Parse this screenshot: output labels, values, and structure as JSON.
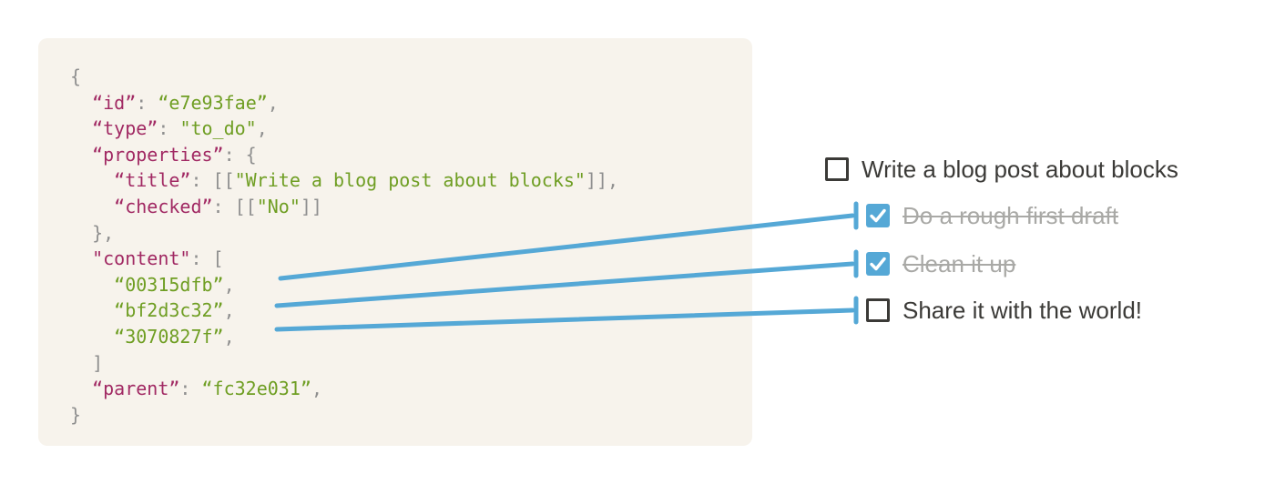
{
  "colors": {
    "page_bg": "#ffffff",
    "panel_bg": "#f7f3ec",
    "code_key": "#a12963",
    "code_string": "#6f9e23",
    "code_punctuation": "#8f8f8f",
    "accent_blue": "#55a8d6",
    "text_dark": "#3b3a37",
    "text_muted": "#a9a9a6"
  },
  "code_block": {
    "language": "json",
    "lines": [
      [
        [
          "p",
          "{"
        ]
      ],
      [
        [
          "p",
          "  "
        ],
        [
          "k",
          "“id”"
        ],
        [
          "p",
          ": "
        ],
        [
          "s",
          "“e7e93fae”"
        ],
        [
          "p",
          ","
        ]
      ],
      [
        [
          "p",
          "  "
        ],
        [
          "k",
          "“type”"
        ],
        [
          "p",
          ": "
        ],
        [
          "s",
          "\"to_do\""
        ],
        [
          "p",
          ","
        ]
      ],
      [
        [
          "p",
          "  "
        ],
        [
          "k",
          "“properties”"
        ],
        [
          "p",
          ": {"
        ]
      ],
      [
        [
          "p",
          "    "
        ],
        [
          "k",
          "“title”"
        ],
        [
          "p",
          ": [["
        ],
        [
          "s",
          "\"Write a blog post about blocks\""
        ],
        [
          "p",
          "]],"
        ]
      ],
      [
        [
          "p",
          "    "
        ],
        [
          "k",
          "“checked”"
        ],
        [
          "p",
          ": [["
        ],
        [
          "s",
          "\"No\""
        ],
        [
          "p",
          "]]"
        ]
      ],
      [
        [
          "p",
          "  },"
        ]
      ],
      [
        [
          "p",
          "  "
        ],
        [
          "k",
          "\"content\""
        ],
        [
          "p",
          ": ["
        ]
      ],
      [
        [
          "p",
          "    "
        ],
        [
          "s",
          "“00315dfb”"
        ],
        [
          "p",
          ","
        ]
      ],
      [
        [
          "p",
          "    "
        ],
        [
          "s",
          "“bf2d3c32”"
        ],
        [
          "p",
          ","
        ]
      ],
      [
        [
          "p",
          "    "
        ],
        [
          "s",
          "“3070827f”"
        ],
        [
          "p",
          ","
        ]
      ],
      [
        [
          "p",
          "  ]"
        ]
      ],
      [
        [
          "p",
          "  "
        ],
        [
          "k",
          "“parent”"
        ],
        [
          "p",
          ": "
        ],
        [
          "s",
          "“fc32e031”"
        ],
        [
          "p",
          ","
        ]
      ],
      [
        [
          "p",
          "}"
        ]
      ]
    ]
  },
  "checklist": {
    "items": [
      {
        "label": "Write a blog post about blocks",
        "checked": false,
        "struck": false,
        "indent": 0,
        "checkbox_icon": "empty-checkbox-icon"
      },
      {
        "label": "Do a rough first draft",
        "checked": true,
        "struck": true,
        "indent": 1,
        "checkbox_icon": "checked-checkbox-icon"
      },
      {
        "label": "Clean it up",
        "checked": true,
        "struck": true,
        "indent": 1,
        "checkbox_icon": "checked-checkbox-icon"
      },
      {
        "label": "Share it with the world!",
        "checked": false,
        "struck": false,
        "indent": 1,
        "checkbox_icon": "empty-checkbox-icon"
      }
    ]
  },
  "connectors": [
    {
      "from": "00315dfb",
      "to": "Do a rough first draft"
    },
    {
      "from": "bf2d3c32",
      "to": "Clean it up"
    },
    {
      "from": "3070827f",
      "to": "Share it with the world!"
    }
  ]
}
